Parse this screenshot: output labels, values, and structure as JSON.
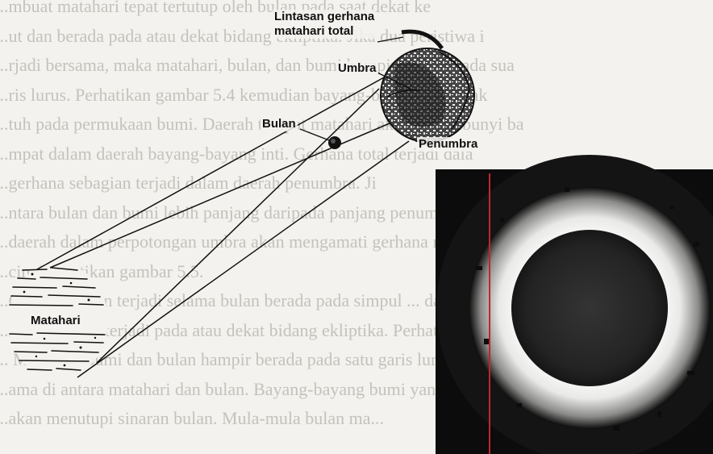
{
  "labels": {
    "path_line1": "Lintasan gerhana",
    "path_line2": "matahari total",
    "umbra": "Umbra",
    "moon": "Bulan",
    "penumbra": "Penumbra",
    "sun": "Matahari"
  },
  "background_text": [
    "...mbuat matahari tepat tertutup oleh bulan pada saat dekat ke",
    "...ut dan berada pada atau dekat bidang ekliptika. Jika dua peristiwa i",
    "...rjadi bersama, maka matahari, bulan, dan bumi hampir berada pada sua",
    "...ris lurus. Perhatikan gambar 5.4 kemudian bayang-bayang bulan ak",
    "...tuh pada permukaan bumi. Daerah tempat matahari akan tersembunyi ba",
    "...mpat dalam daerah bayang-bayang inti. Gerhana total terjadi dala",
    "...gerhana sebagian terjadi dalam daerah penumbra. Ji",
    "...ntara bulan dan bumi lebih panjang daripada panjang penumbr",
    "...daerah dalam perpotongan umbra akan mengamati gerhana mataha",
    "...cin. Perhatikan gambar 5.5.",
    "...Gerhana bulan terjadi selama bulan berada pada simpul ... dan",
    "...rnama, maka terjadi pada atau dekat bidang ekliptika. Perhatikan Gam",
    "... Matahari, bumi dan bulan hampir berada pada satu garis lurus",
    "...ama di antara matahari dan bulan. Bayang-bayang bumi yang dibent",
    "...akan menutupi sinaran bulan. Mula-mula bulan ma..."
  ],
  "colors": {
    "ink": "#111111",
    "corona": "#e8e8e6",
    "photo_bg": "#0c0c0c",
    "red_line": "#c0262b",
    "faded_text": "#c4c2bb"
  }
}
